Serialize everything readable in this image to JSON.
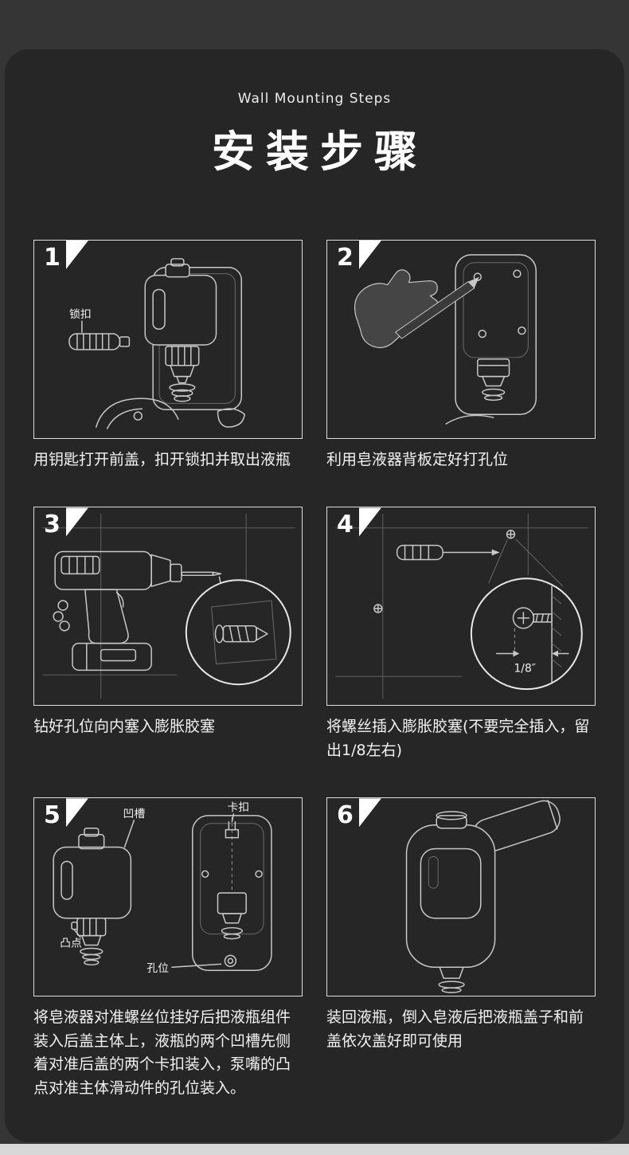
{
  "page": {
    "subtitle": "Wall Mounting Steps",
    "title": "安装步骤"
  },
  "steps": [
    {
      "number": "1",
      "caption": "用钥匙打开前盖，扣开锁扣并取出液瓶",
      "labels": [
        {
          "text": "锁扣"
        }
      ]
    },
    {
      "number": "2",
      "caption": "利用皂液器背板定好打孔位",
      "labels": []
    },
    {
      "number": "3",
      "caption": "钻好孔位向内塞入膨胀胶塞",
      "labels": []
    },
    {
      "number": "4",
      "caption": "将螺丝插入膨胀胶塞(不要完全插入，留出1/8左右)",
      "labels": [
        {
          "text": "1/8″"
        }
      ]
    },
    {
      "number": "5",
      "caption": "将皂液器对准螺丝位挂好后把液瓶组件装入后盖主体上，液瓶的两个凹槽先侧着对准后盖的两个卡扣装入，泵嘴的凸点对准主体滑动件的孔位装入。",
      "labels": [
        {
          "text": "凹槽"
        },
        {
          "text": "卡扣"
        },
        {
          "text": "凸点"
        },
        {
          "text": "孔位"
        }
      ]
    },
    {
      "number": "6",
      "caption": "装回液瓶，倒入皂液后把液瓶盖子和前盖依次盖好即可使用",
      "labels": []
    }
  ],
  "colors": {
    "background": "#353535",
    "sheet": "#262626",
    "line_art": "#c8c8c8",
    "text": "#f2f2f2",
    "accent_white": "#ffffff",
    "bottom_strip": "#d8d8d8"
  }
}
